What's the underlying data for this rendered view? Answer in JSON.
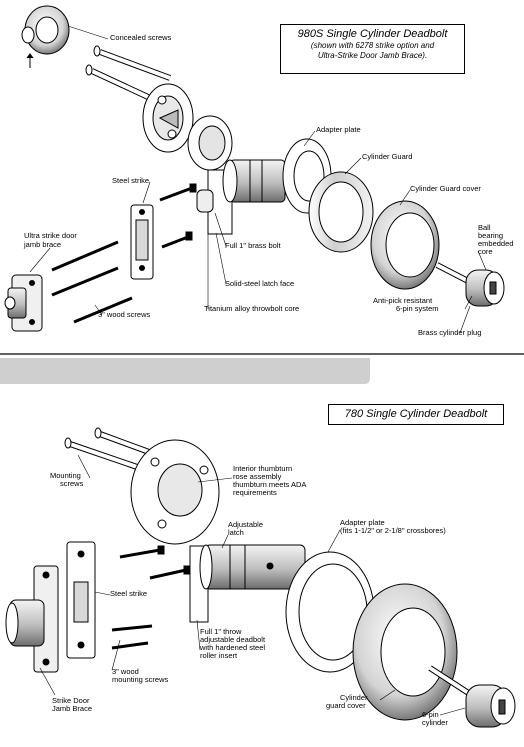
{
  "top_section": {
    "title": "980S Single Cylinder Deadbolt",
    "subtitle_line1": "(shown with 6278 strike option and",
    "subtitle_line2": "Ultra-Strike Door Jamb Brace).",
    "labels": {
      "concealed_screws": "Concealed screws",
      "adapter_plate": "Adapter plate",
      "cylinder_guard": "Cylinder Guard",
      "steel_strike": "Steel strike",
      "cylinder_guard_cover": "Cylinder Guard cover",
      "ultra_strike_line1": "Ultra strike door",
      "ultra_strike_line2": "jamb brace",
      "brass_bolt": "Full 1\" brass bolt",
      "ball_bearing_line1": "Ball",
      "ball_bearing_line2": "bearing",
      "ball_bearing_line3": "embedded",
      "ball_bearing_line4": "core",
      "latch_face": "Solid-steel latch face",
      "wood_screws": "3\" wood screws",
      "anti_pick_line1": "Anti-pick resistant",
      "anti_pick_line2": "6-pin system",
      "throwbolt_core": "Titanium alloy throwbolt core",
      "cylinder_plug": "Brass cylinder plug"
    }
  },
  "bottom_section": {
    "title": "780 Single Cylinder Deadbolt",
    "labels": {
      "interior_line1": "Interior thumbturn",
      "interior_line2": "rose assembly",
      "interior_line3": "thumbturn meets ADA",
      "interior_line4": "requirements",
      "mounting_line1": "Mounting",
      "mounting_line2": "screws",
      "adjustable_line1": "Adjustable",
      "adjustable_line2": "latch",
      "adapter_line1": "Adapter plate",
      "adapter_line2": "(fits 1-1/2\" or 2-1/8\" crossbores)",
      "steel_strike": "Steel strike",
      "throw_line1": "Full 1\" throw",
      "throw_line2": "adjustable deadbolt",
      "throw_line3": "with hardened steel",
      "throw_line4": "roller insert",
      "wood_line1": "3\" wood",
      "wood_line2": "mounting screws",
      "guard_line1": "Cylinder",
      "guard_line2": "guard cover",
      "jamb_line1": "Strike Door",
      "jamb_line2": "Jamb Brace",
      "pin_line1": "6-pin",
      "pin_line2": "cylinder"
    }
  }
}
